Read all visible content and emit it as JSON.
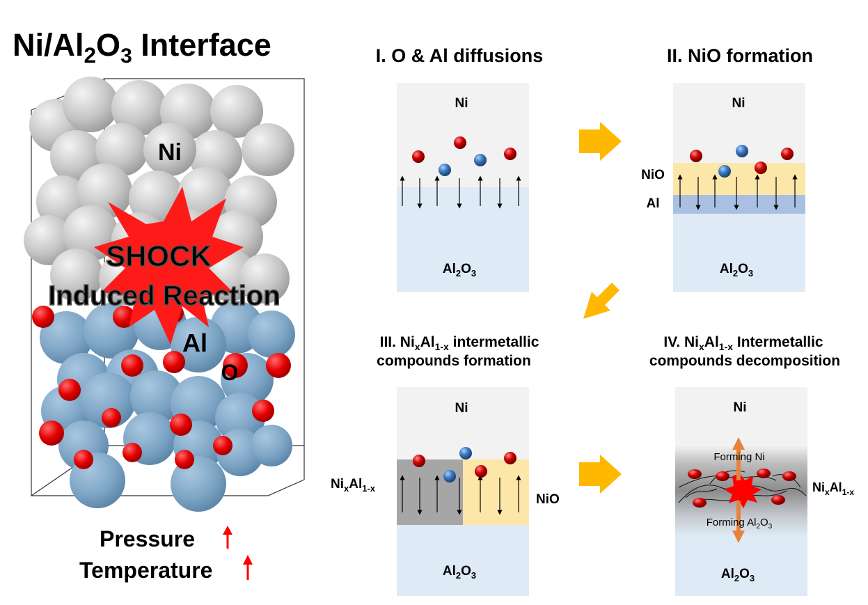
{
  "main_title": {
    "pre": "Ni/Al",
    "s1": "2",
    "mid": "O",
    "s2": "3",
    "post": " Interface"
  },
  "atom_labels": {
    "ni": "Ni",
    "al": "Al",
    "o": "O"
  },
  "shock": {
    "line1": "SHOCK",
    "line2": "Induced Reaction"
  },
  "conditions": {
    "pressure": "Pressure",
    "temperature": "Temperature"
  },
  "stage1": {
    "title": "I. O & Al diffusions",
    "top": "Ni",
    "bottom_pre": "Al",
    "bottom_s1": "2",
    "bottom_mid": "O",
    "bottom_s2": "3"
  },
  "stage2": {
    "title": "II. NiO formation",
    "top": "Ni",
    "nio": "NiO",
    "al": "Al",
    "bottom_pre": "Al",
    "bottom_s1": "2",
    "bottom_mid": "O",
    "bottom_s2": "3"
  },
  "stage3": {
    "title_pre": "III. Ni",
    "title_x": "x",
    "title_mid": "Al",
    "title_sub": "1-x",
    "title_post": " intermetallic",
    "title_line2": "compounds formation",
    "top": "Ni",
    "left_pre": "Ni",
    "left_x": "x",
    "left_mid": "Al",
    "left_sub": "1-x",
    "right": "NiO",
    "bottom_pre": "Al",
    "bottom_s1": "2",
    "bottom_mid": "O",
    "bottom_s2": "3"
  },
  "stage4": {
    "title_pre": "IV. Ni",
    "title_x": "x",
    "title_mid": "Al",
    "title_sub": "1-x",
    "title_post": " Intermetallic",
    "title_line2": "compounds decomposition",
    "top": "Ni",
    "forming_ni": "Forming Ni",
    "forming_al_pre": "Forming Al",
    "forming_al_s1": "2",
    "forming_al_mid": "O",
    "forming_al_s2": "3",
    "right_pre": "Ni",
    "right_x": "x",
    "right_mid": "Al",
    "right_sub": "1-x",
    "bottom_pre": "Al",
    "bottom_s1": "2",
    "bottom_mid": "O",
    "bottom_s2": "3"
  },
  "colors": {
    "ni_atom": "#c8c8c8",
    "al_atom": "#7fa6c6",
    "o_atom": "#e00000",
    "ni_layer": "#f2f2f2",
    "al2o3_layer": "#deeaf5",
    "nio_layer": "#fde7a8",
    "al_layer": "#a9c0e2",
    "nial_layer": "#a6a6a6",
    "arrow": "#ffb800",
    "orange_arrow": "#e8813a",
    "shock": "#ff0000"
  }
}
